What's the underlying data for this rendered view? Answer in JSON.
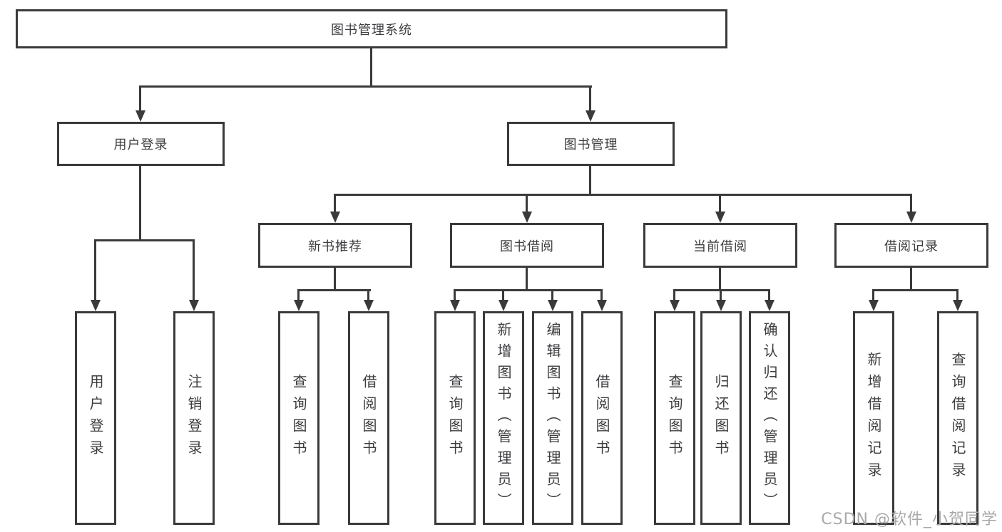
{
  "tree": {
    "label": "图书管理系统",
    "children": [
      {
        "label": "用户登录",
        "children": [
          {
            "label": "用户登录"
          },
          {
            "label": "注销登录"
          }
        ]
      },
      {
        "label": "图书管理",
        "children": [
          {
            "label": "新书推荐",
            "children": [
              {
                "label": "查询图书"
              },
              {
                "label": "借阅图书"
              }
            ]
          },
          {
            "label": "图书借阅",
            "children": [
              {
                "label": "查询图书"
              },
              {
                "label": "新增图书（管理员）"
              },
              {
                "label": "编辑图书（管理员）"
              },
              {
                "label": "借阅图书"
              }
            ]
          },
          {
            "label": "当前借阅",
            "children": [
              {
                "label": "查询图书"
              },
              {
                "label": "归还图书"
              },
              {
                "label": "确认归还（管理员）"
              }
            ]
          },
          {
            "label": "借阅记录",
            "children": [
              {
                "label": "新增借阅记录"
              },
              {
                "label": "查询借阅记录"
              }
            ]
          }
        ]
      }
    ]
  },
  "watermark": {
    "text": "CSDN @软件_小贺同学"
  },
  "colors": {
    "line": "#3a3a3c",
    "text": "#3d3d40",
    "watermark": "#a9a9a9",
    "background": "#ffffff"
  }
}
